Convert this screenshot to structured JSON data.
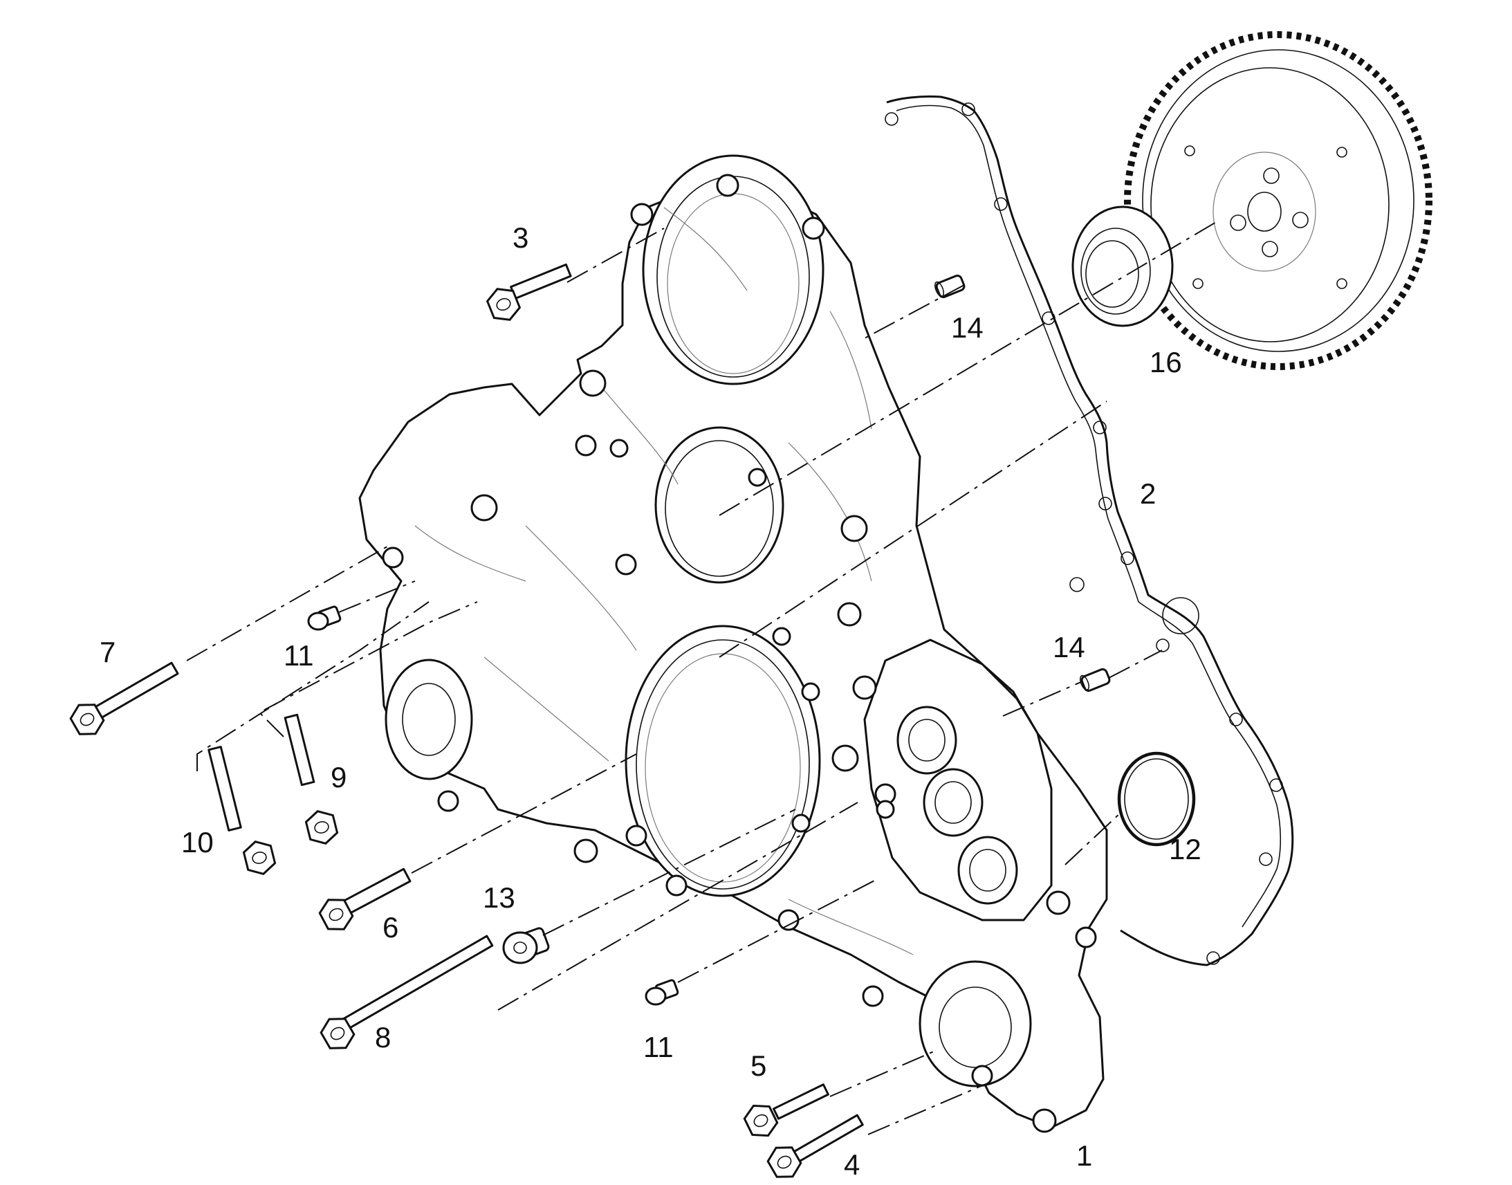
{
  "diagram": {
    "callouts": [
      {
        "id": "c1",
        "text": "1"
      },
      {
        "id": "c2",
        "text": "2"
      },
      {
        "id": "c3",
        "text": "3"
      },
      {
        "id": "c4",
        "text": "4"
      },
      {
        "id": "c5",
        "text": "5"
      },
      {
        "id": "c6",
        "text": "6"
      },
      {
        "id": "c7",
        "text": "7"
      },
      {
        "id": "c8",
        "text": "8"
      },
      {
        "id": "c9",
        "text": "9"
      },
      {
        "id": "c10",
        "text": "10"
      },
      {
        "id": "c11a",
        "text": "11"
      },
      {
        "id": "c11b",
        "text": "11"
      },
      {
        "id": "c12",
        "text": "12"
      },
      {
        "id": "c13",
        "text": "13"
      },
      {
        "id": "c14a",
        "text": "14"
      },
      {
        "id": "c14b",
        "text": "14"
      },
      {
        "id": "c16",
        "text": "16"
      }
    ]
  }
}
